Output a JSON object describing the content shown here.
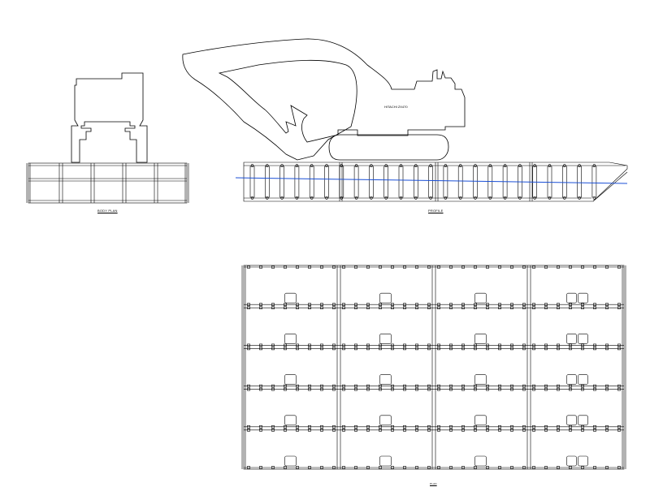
{
  "drawing": {
    "views": {
      "body_plan": {
        "title": "BODY PLAN"
      },
      "profile": {
        "title": "PROFILE",
        "machine_label": "HITACHI ZX470"
      },
      "plan": {
        "title": "PLAN"
      }
    },
    "colors": {
      "line": "#000000",
      "waterline": "#1a4fd6",
      "background": "#ffffff"
    },
    "plan_grid": {
      "module_columns": 4,
      "module_rows": 5
    }
  }
}
